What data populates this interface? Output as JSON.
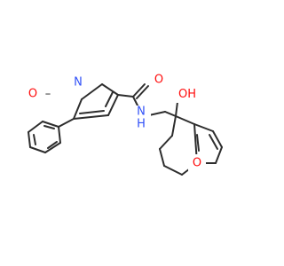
{
  "molecule": {
    "atoms": {
      "isoxazole_o": "O",
      "isoxazole_n": "N",
      "carbonyl_o": "O",
      "amide_nh": "N",
      "amide_h": "H",
      "hydroxyl_o": "O",
      "hydroxyl_h": "H",
      "furan_o": "O"
    },
    "colors": {
      "oxygen": "#ff0d0d",
      "nitrogen": "#3050f8",
      "bond": "#2d2d2d"
    }
  }
}
